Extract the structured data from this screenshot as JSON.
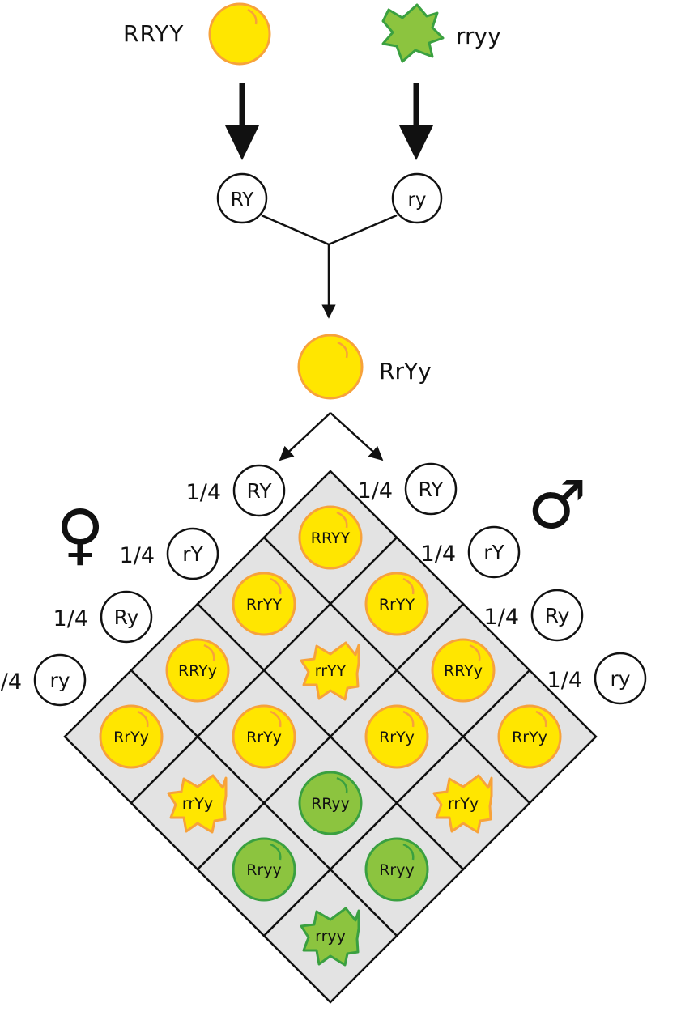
{
  "parents": {
    "yellow_label": "RRYY",
    "green_label": "rryy"
  },
  "gametes": {
    "left": "RY",
    "right": "ry"
  },
  "f1": {
    "label": "RrYy"
  },
  "fraction": "1/4",
  "female": {
    "symbol": "♀",
    "gametes": [
      "RY",
      "rY",
      "Ry",
      "ry"
    ]
  },
  "male": {
    "symbol": "♂",
    "gametes": [
      "RY",
      "rY",
      "Ry",
      "ry"
    ]
  },
  "punnett": {
    "cells": [
      [
        "RRYY",
        "RrYY",
        "RRYy",
        "RrYy"
      ],
      [
        "RrYY",
        "rrYY",
        "RrYy",
        "rrYy"
      ],
      [
        "RRYy",
        "RrYy",
        "RRyy",
        "Rryy"
      ],
      [
        "RrYy",
        "rrYy",
        "Rryy",
        "rryy"
      ]
    ]
  },
  "colors": {
    "yellow_fill": "#ffe600",
    "yellow_stroke": "#f7a23b",
    "green_fill": "#8cc43f",
    "green_stroke": "#3aa040",
    "cell_bg": "#e3e3e3",
    "line": "#111111"
  }
}
